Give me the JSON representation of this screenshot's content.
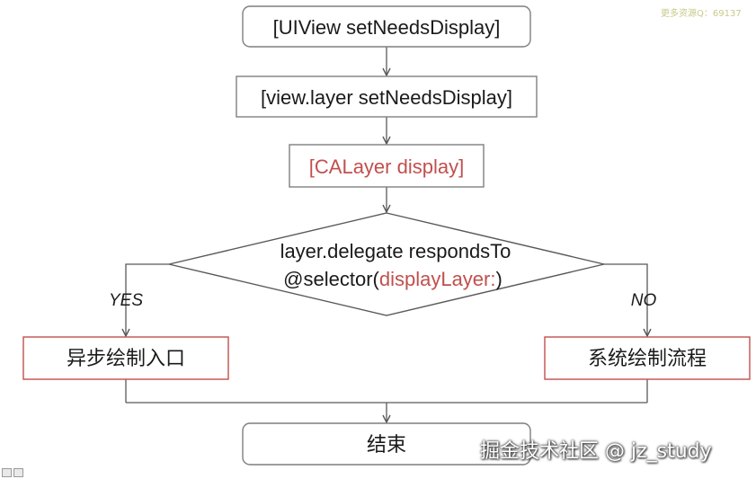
{
  "diagram": {
    "nodes": {
      "n1": "[UIView setNeedsDisplay]",
      "n2": "[view.layer setNeedsDisplay]",
      "n3": "[CALayer display]",
      "decision_line1": "layer.delegate respondsTo",
      "decision_line2_prefix": "@selector(",
      "decision_line2_highlight": "displayLayer:",
      "decision_line2_suffix": ")",
      "async_entry": "异步绘制入口",
      "system_flow": "系统绘制流程",
      "end": "结束"
    },
    "edges": {
      "yes_label": "YES",
      "no_label": "NO"
    }
  },
  "overlay": {
    "watermark": "掘金技术社区 @ jz_study",
    "corner_note": "更多资源Q：69137"
  },
  "colors": {
    "line": "#595959",
    "box_border_gray": "#7f7f7f",
    "box_border_red": "#c0504d",
    "text_red": "#c0504d",
    "text_dark": "#1a1a1a"
  }
}
